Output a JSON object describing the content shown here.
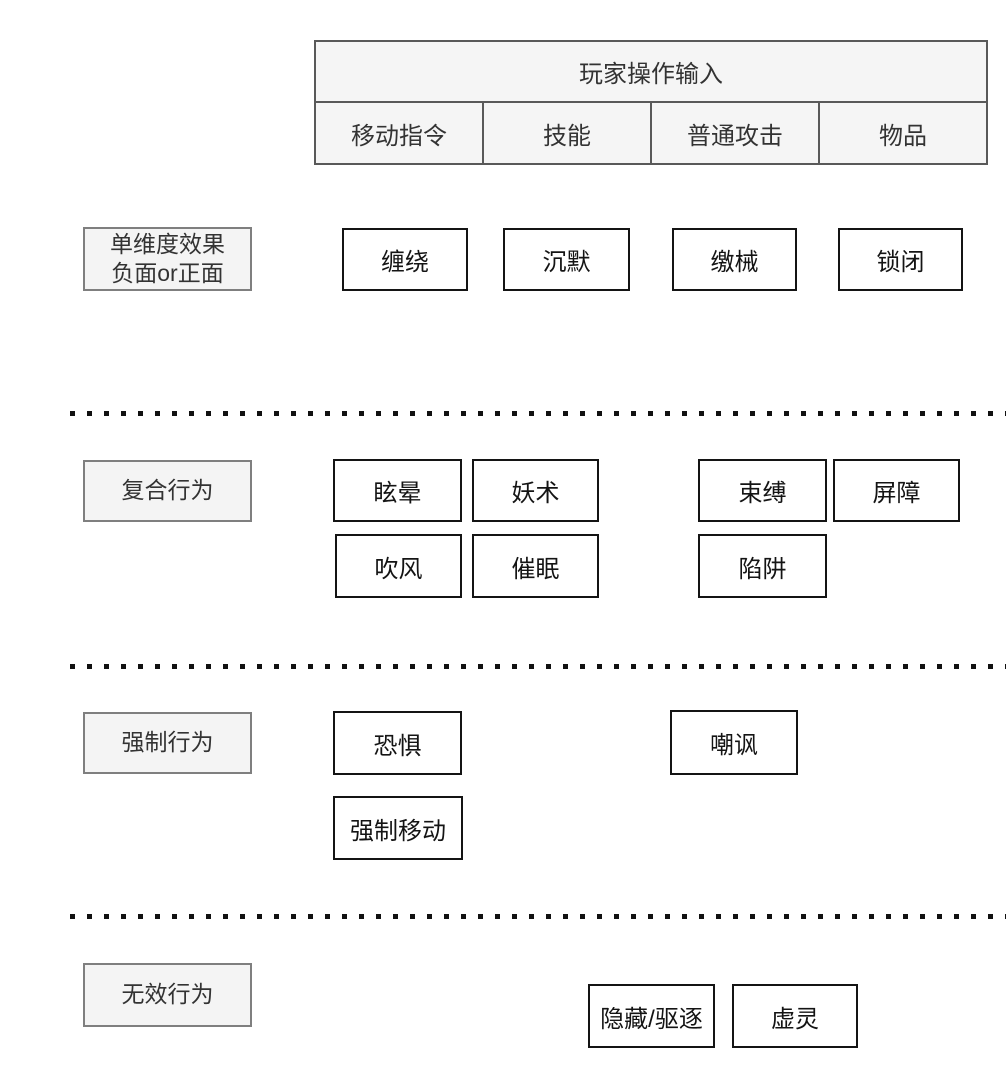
{
  "input_table": {
    "title": "玩家操作输入",
    "columns": [
      "移动指令",
      "技能",
      "普通攻击",
      "物品"
    ]
  },
  "sections": {
    "single_dimension": {
      "label": "单维度效果\n负面or正面",
      "effects": {
        "entangle": "缠绕",
        "silence": "沉默",
        "disarm": "缴械",
        "lock": "锁闭"
      }
    },
    "compound": {
      "label": "复合行为",
      "effects": {
        "stun": "眩晕",
        "hex": "妖术",
        "gust": "吹风",
        "sleep": "催眠",
        "root": "束缚",
        "barrier": "屏障",
        "trap": "陷阱"
      }
    },
    "forced": {
      "label": "强制行为",
      "effects": {
        "fear": "恐惧",
        "forced_move": "强制移动",
        "taunt": "嘲讽"
      }
    },
    "invalid": {
      "label": "无效行为",
      "effects": {
        "hide_banish": "隐藏/驱逐",
        "ethereal": "虚灵"
      }
    }
  },
  "colors": {
    "effect_border": "#141414",
    "label_border": "#7f7f7f",
    "label_bg": "#f4f4f4",
    "table_border": "#595959",
    "table_bg": "#f5f5f5",
    "text": "#333333"
  }
}
